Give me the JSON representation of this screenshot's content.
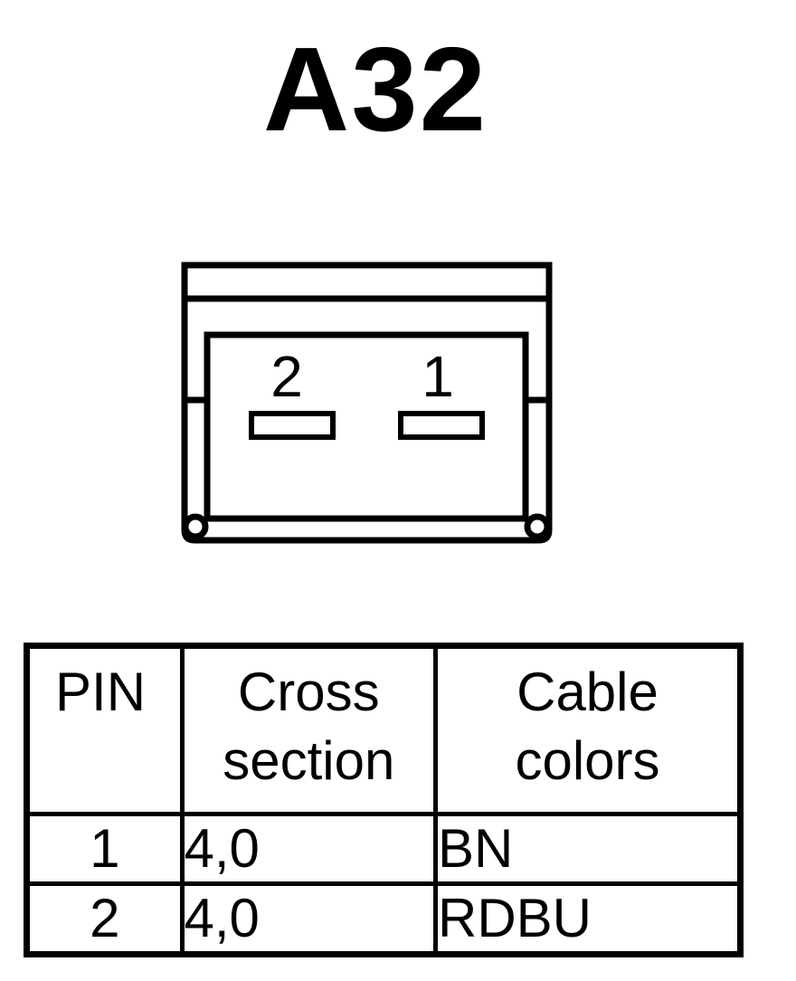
{
  "title": "A32",
  "connector": {
    "pins": [
      {
        "label": "2"
      },
      {
        "label": "1"
      }
    ]
  },
  "table": {
    "headers": {
      "pin": "PIN",
      "cross_section": [
        "Cross",
        "section"
      ],
      "cable_colors": [
        "Cable",
        "colors"
      ]
    },
    "rows": [
      {
        "pin": "1",
        "cross_section": "4,0",
        "color": "BN"
      },
      {
        "pin": "2",
        "cross_section": "4,0",
        "color": "RDBU"
      }
    ]
  },
  "colors": {
    "line": "#000000",
    "background": "#ffffff"
  }
}
